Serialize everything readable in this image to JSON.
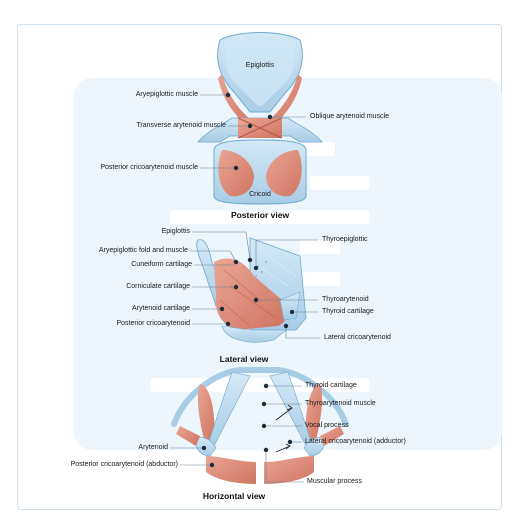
{
  "posterior": {
    "title": "Posterior view",
    "epiglottis": "Epiglottis",
    "cricoid": "Cricoid",
    "aryepiglottic": "Aryepiglottic muscle",
    "transverse": "Transverse arytenoid muscle",
    "posterior_crico": "Posterior cricoarytenoid muscle",
    "oblique": "Oblique arytenoid muscle"
  },
  "lateral": {
    "title": "Lateral view",
    "epiglottis": "Epiglottis",
    "aryepiglottic_fold": "Aryepiglottic fold and muscle",
    "cuneiform": "Cuneiform cartilage",
    "corniculate": "Corniculate cartilage",
    "arytenoid": "Arytenoid cartilage",
    "posterior_crico": "Posterior cricoarytenoid",
    "thyroepiglottic": "Thyroepiglottic",
    "thyroarytenoid": "Thyroarytenoid",
    "thyroid": "Thyroid cartilage",
    "lateral_crico": "Lateral cricoarytenoid"
  },
  "horizontal": {
    "title": "Horizontal view",
    "arytenoid": "Arytenoid",
    "posterior_crico": "Posterior cricoarytenoid (abductor)",
    "thyroid": "Thyroid cartilage",
    "thyroarytenoid": "Thyroarytenoid muscle",
    "vocal_process": "Vocal process",
    "lateral_crico": "Lateral cricoarytenoid (adductor)",
    "muscular_process": "Muscular process"
  },
  "colors": {
    "cartilage": "#b9d9ee",
    "cartilage_edge": "#6fa9cf",
    "muscle": "#e08f7c",
    "muscle_dark": "#c96a58",
    "dot": "#1c2b3a",
    "line": "#6b8196"
  }
}
